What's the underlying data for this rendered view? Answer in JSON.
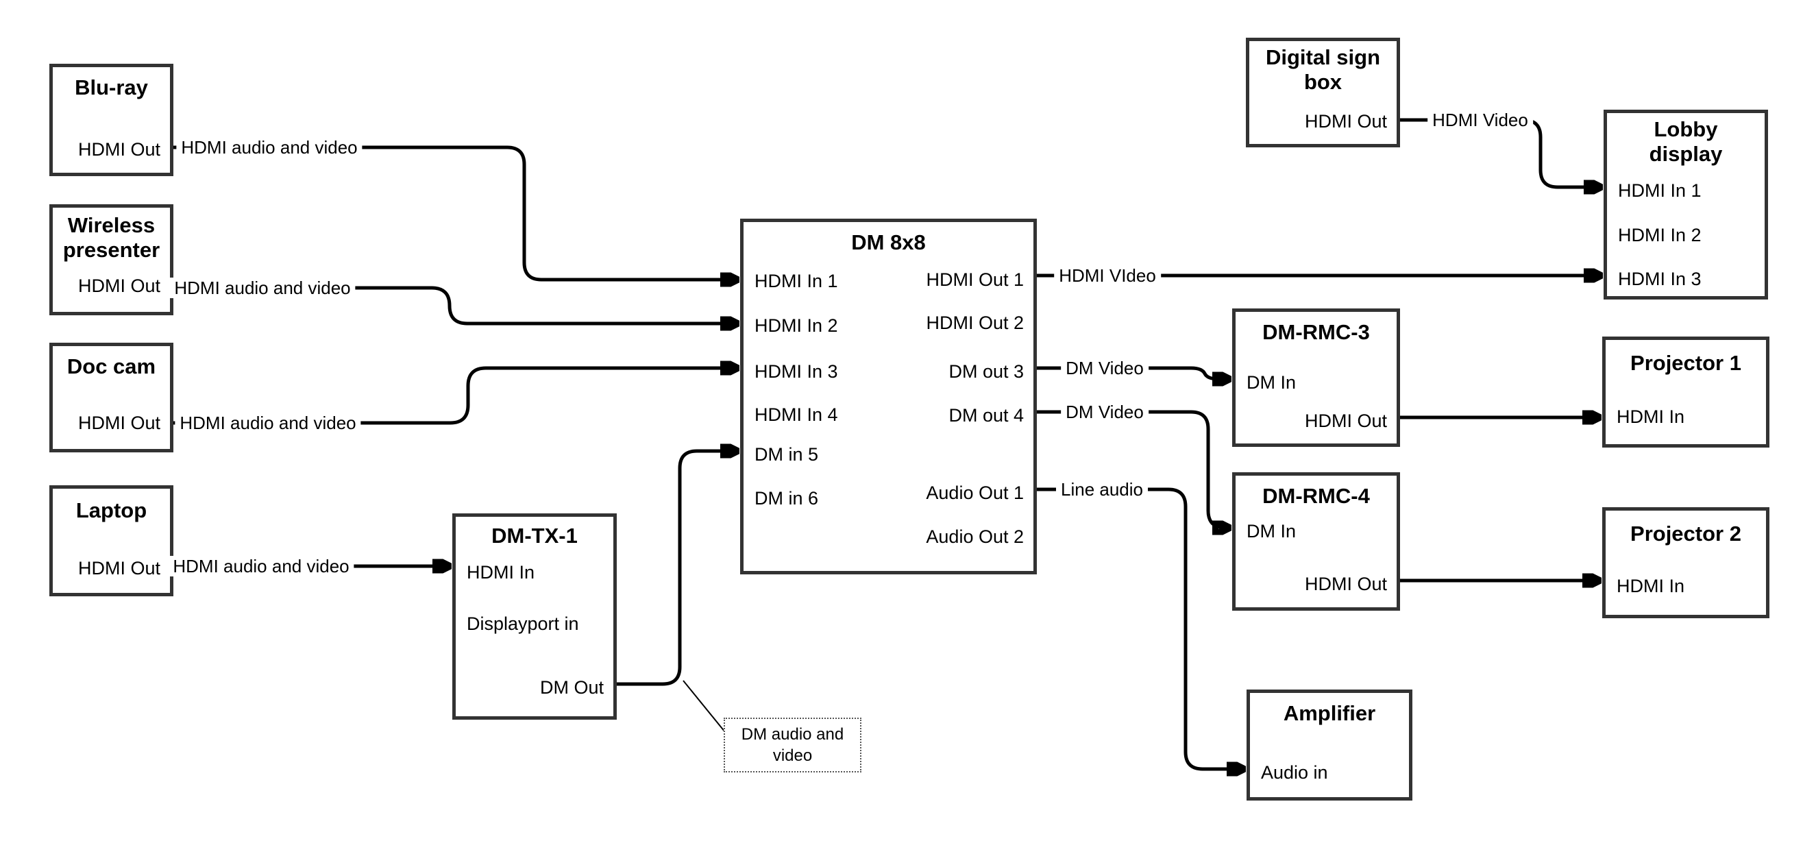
{
  "diagram": {
    "boxes": {
      "bluray": {
        "title": "Blu-ray",
        "hdmi_out": "HDMI Out"
      },
      "wireless": {
        "title": "Wireless presenter",
        "hdmi_out": "HDMI Out"
      },
      "doccam": {
        "title": "Doc cam",
        "hdmi_out": "HDMI Out"
      },
      "laptop": {
        "title": "Laptop",
        "hdmi_out": "HDMI Out"
      },
      "dmtx1": {
        "title": "DM-TX-1",
        "hdmi_in": "HDMI In",
        "displayport_in": "Displayport in",
        "dm_out": "DM Out"
      },
      "dm8x8": {
        "title": "DM 8x8",
        "inputs": [
          "HDMI In 1",
          "HDMI In 2",
          "HDMI In 3",
          "HDMI In 4",
          "DM in 5",
          "DM in 6"
        ],
        "outputs": [
          "HDMI Out 1",
          "HDMI Out 2",
          "DM out 3",
          "DM out 4",
          "Audio Out 1",
          "Audio Out 2"
        ]
      },
      "digital_sign": {
        "title": "Digital sign box",
        "hdmi_out": "HDMI Out"
      },
      "lobby": {
        "title": "Lobby display",
        "inputs": [
          "HDMI In 1",
          "HDMI In 2",
          "HDMI In 3"
        ]
      },
      "dmrmc3": {
        "title": "DM-RMC-3",
        "dm_in": "DM In",
        "hdmi_out": "HDMI Out"
      },
      "proj1": {
        "title": "Projector 1",
        "hdmi_in": "HDMI In"
      },
      "dmrmc4": {
        "title": "DM-RMC-4",
        "dm_in": "DM In",
        "hdmi_out": "HDMI Out"
      },
      "proj2": {
        "title": "Projector 2",
        "hdmi_in": "HDMI In"
      },
      "amplifier": {
        "title": "Amplifier",
        "audio_in": "Audio in"
      }
    },
    "edge_labels": {
      "bluray_av": "HDMI audio and video",
      "wireless_av": "HDMI audio and video",
      "doccam_av": "HDMI audio and video",
      "laptop_av": "HDMI audio and video",
      "hdmi_video_main": "HDMI VIdeo",
      "dm_video_3": "DM Video",
      "dm_video_4": "DM Video",
      "line_audio": "Line audio",
      "sign_hdmi_video": "HDMI Video",
      "annotation": "DM audio and video"
    },
    "colors": {
      "line": "#000000",
      "box_border": "#333333",
      "background": "#ffffff",
      "text": "#000000"
    }
  }
}
